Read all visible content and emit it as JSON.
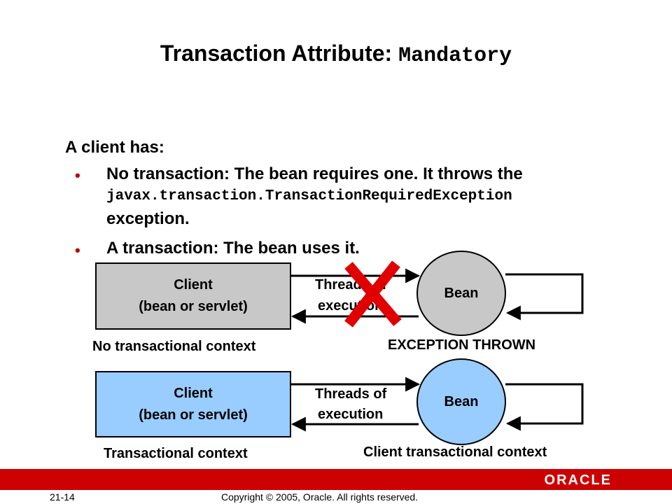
{
  "title": {
    "text": "Transaction Attribute: ",
    "code": "Mandatory"
  },
  "lead": "A client has:",
  "bullets": [
    {
      "marker": "•",
      "line1": "No transaction: The bean requires one. It throws the",
      "code": "javax.transaction.TransactionRequiredException",
      "line3": "exception."
    },
    {
      "marker": "•",
      "line1": "A transaction: The bean uses it."
    }
  ],
  "diagram": {
    "top": {
      "client_line1": "Client",
      "client_line2": "(bean or servlet)",
      "threads_line1": "Threads of",
      "threads_line2": "execution",
      "bean": "Bean",
      "client_caption": "No transactional context",
      "bean_caption": "EXCEPTION THROWN",
      "client_color": "#c8c8c8",
      "bean_color": "#c8c8c8",
      "cross_color": "#e00000"
    },
    "bottom": {
      "client_line1": "Client",
      "client_line2": "(bean or servlet)",
      "threads_line1": "Threads of",
      "threads_line2": "execution",
      "bean": "Bean",
      "client_caption": "Transactional context",
      "bean_caption": "Client transactional context",
      "client_color": "#99ccff",
      "bean_color": "#99ccff"
    }
  },
  "footer": {
    "page": "21-14",
    "copyright": "Copyright © 2005, Oracle.  All rights reserved.",
    "logo": "ORACLE",
    "bar_color": "#cc0000"
  }
}
